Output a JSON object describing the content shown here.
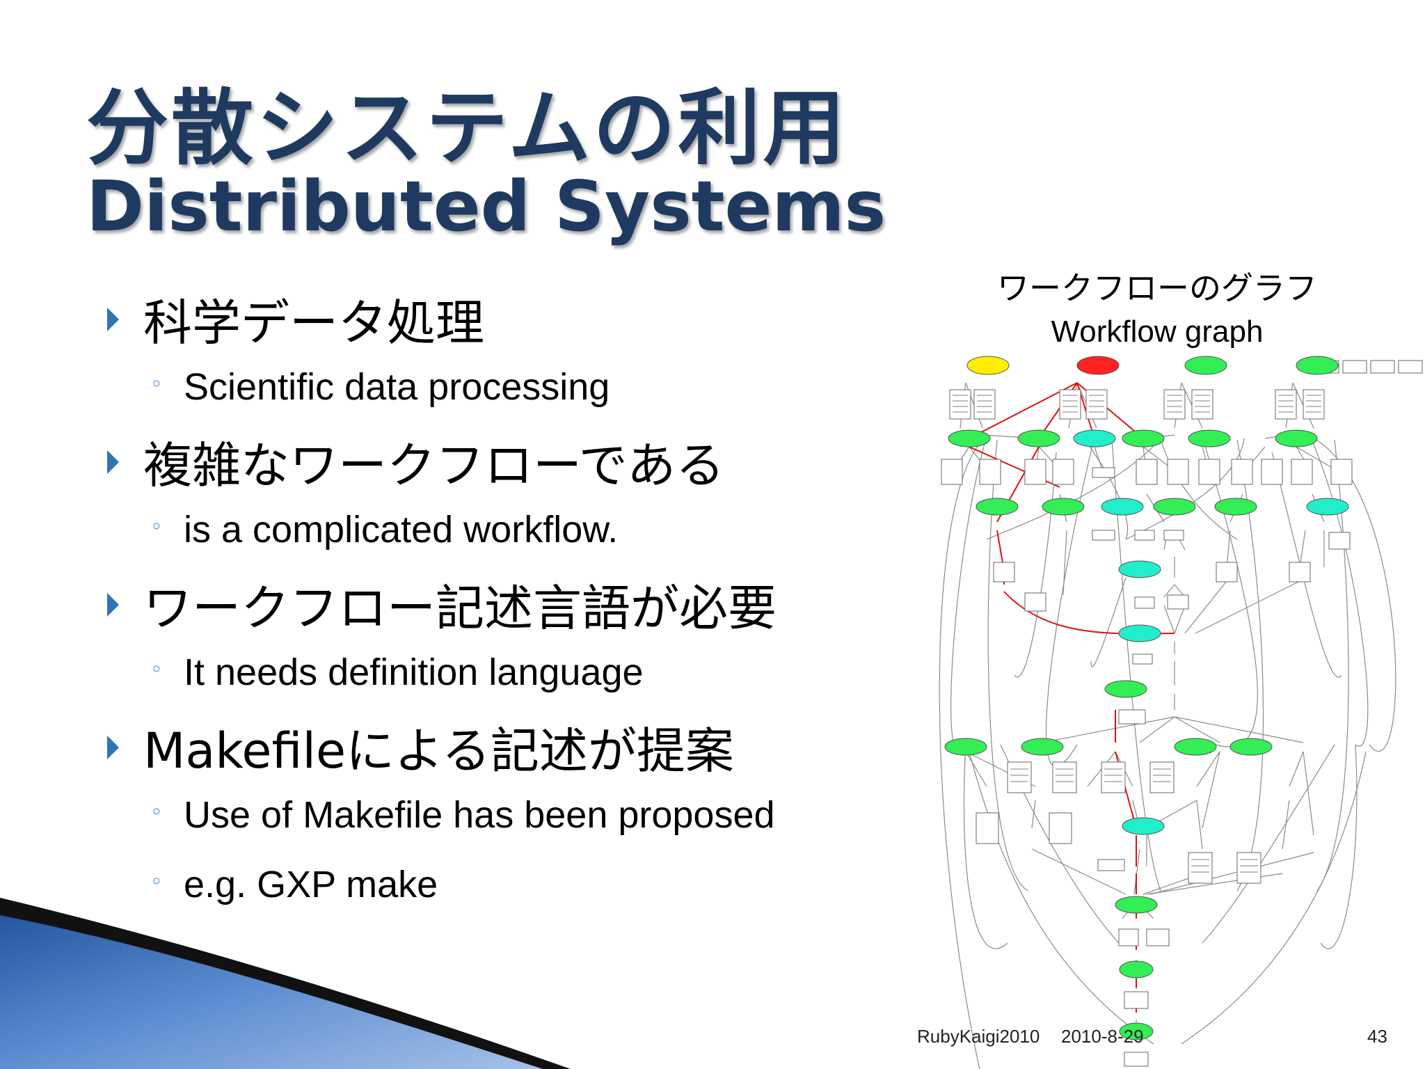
{
  "slide": {
    "title_jp": "分散システムの利用",
    "title_en": "Distributed Systems",
    "bullets": [
      {
        "text": "科学データ処理",
        "sub": [
          "Scientific data processing"
        ]
      },
      {
        "text": "複雑なワークフローである",
        "sub": [
          "is a complicated workflow."
        ]
      },
      {
        "text": "ワークフロー記述言語が必要",
        "sub": [
          "It needs definition language"
        ]
      },
      {
        "text": "Makefileによる記述が提案",
        "sub": [
          "Use of Makefile has been proposed",
          "e.g. GXP make"
        ]
      }
    ],
    "graph_caption_jp": "ワークフローのグラフ",
    "graph_caption_en": "Workflow graph",
    "footer": {
      "event": "RubyKaigi2010",
      "date": "2010-8-29",
      "page": "43"
    }
  },
  "colors": {
    "title": "#1f3a60",
    "bullet_accent": "#2e75b6",
    "node_green": "#33ee55",
    "node_cyan": "#22eecc",
    "node_yellow": "#ffee00",
    "node_red": "#ff2222",
    "edge_critical": "#dd1111"
  },
  "icons": {
    "bullet_level1": "triangle-right-icon",
    "bullet_level2": "hollow-circle-icon"
  }
}
